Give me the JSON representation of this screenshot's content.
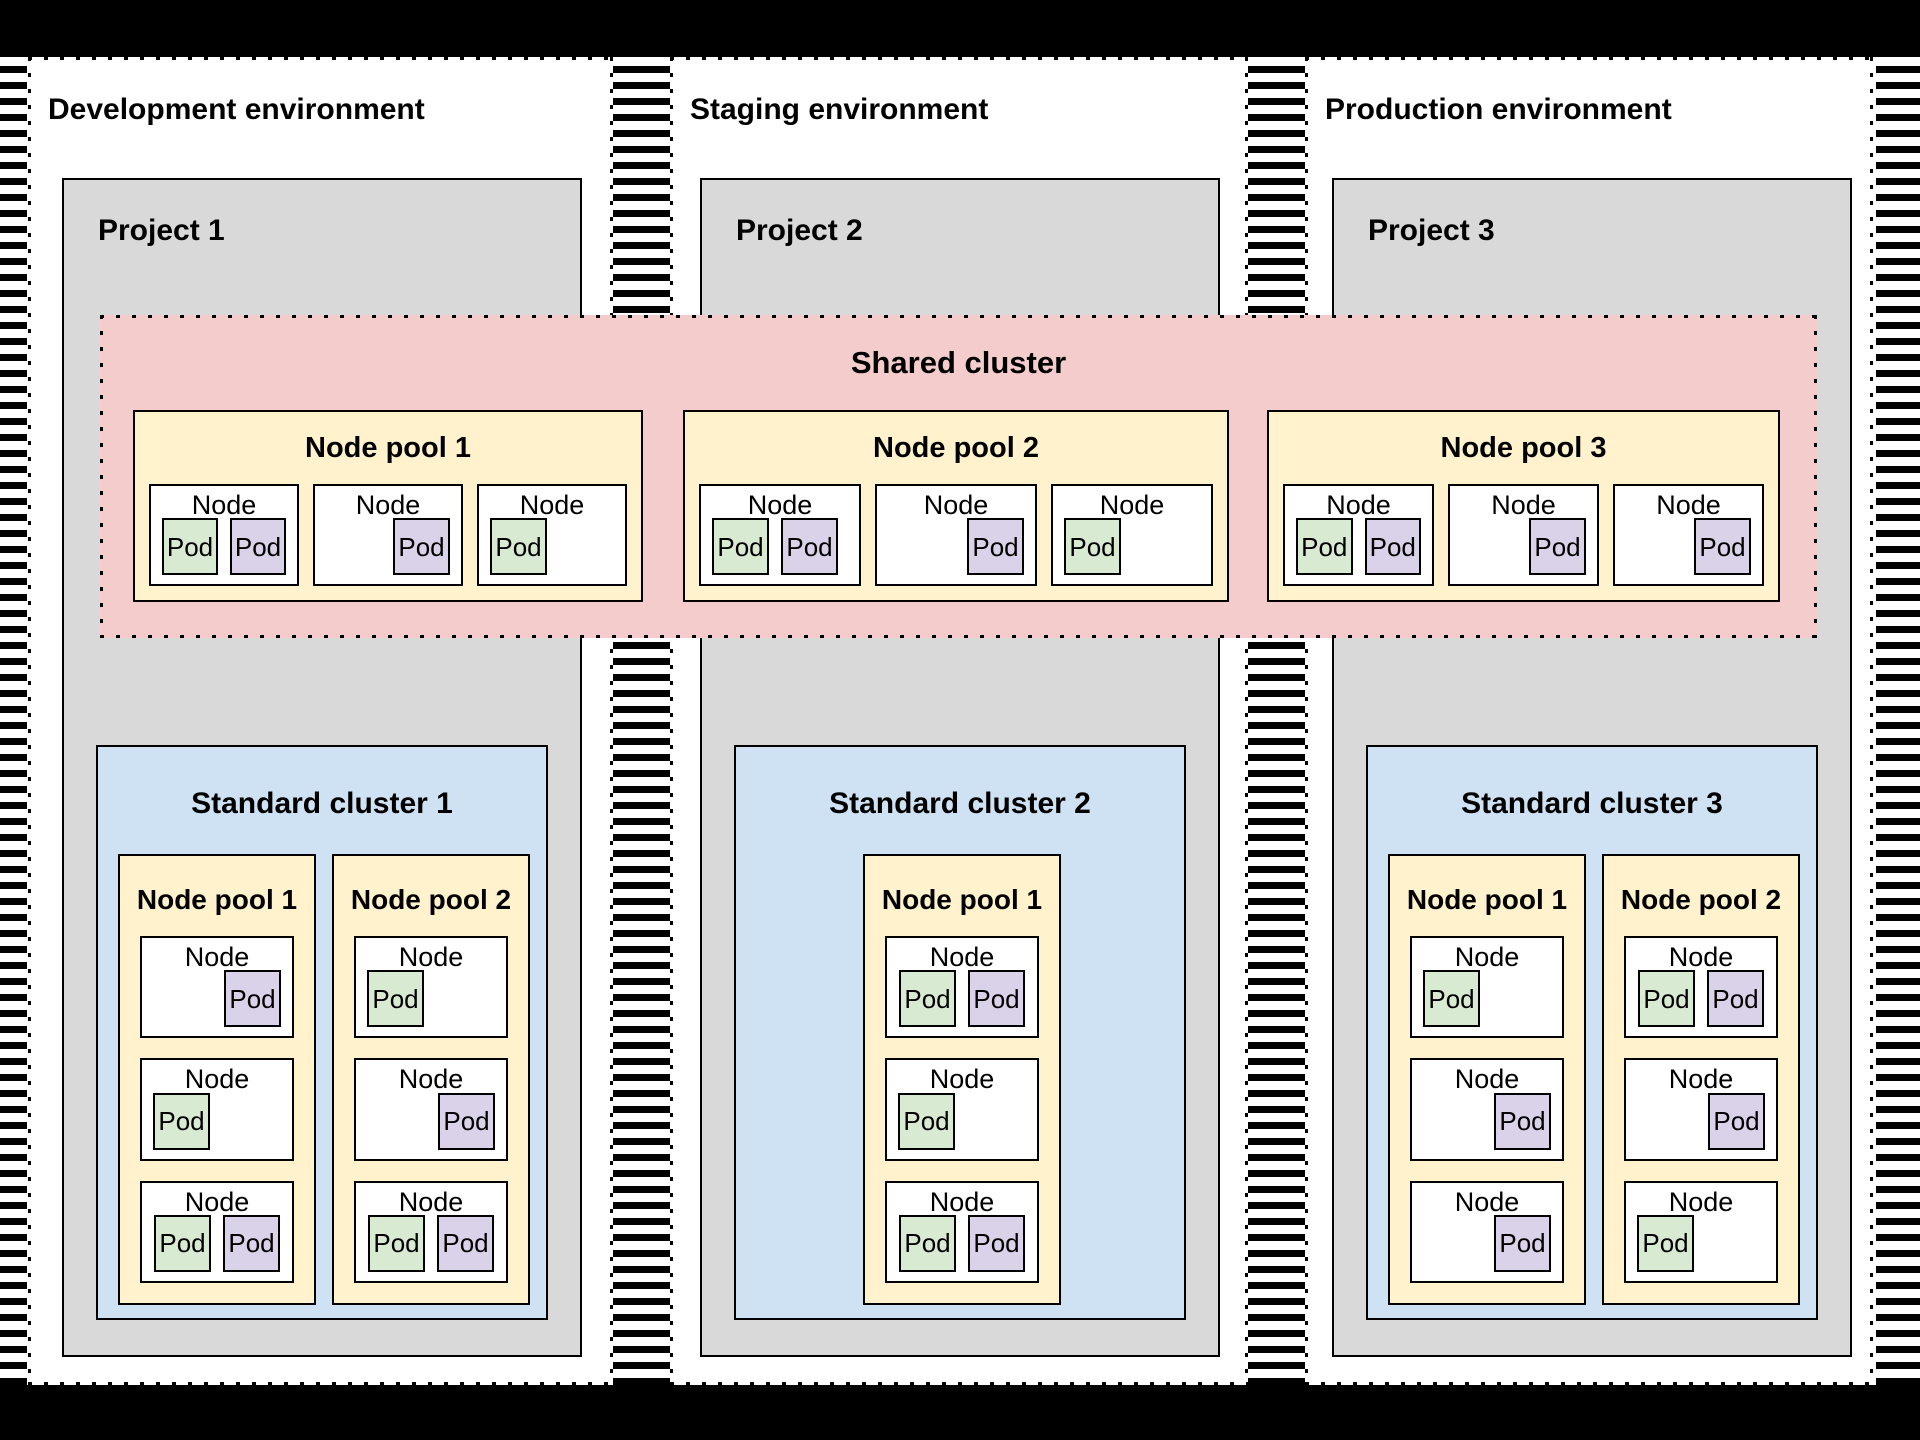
{
  "diagram": {
    "environments": [
      {
        "label": "Development environment",
        "project": {
          "label": "Project 1"
        }
      },
      {
        "label": "Staging environment",
        "project": {
          "label": "Project 2"
        }
      },
      {
        "label": "Production environment",
        "project": {
          "label": "Project 3"
        }
      }
    ],
    "shared_cluster": {
      "title": "Shared cluster",
      "node_pools": [
        {
          "title": "Node pool 1",
          "nodes": [
            {
              "label": "Node",
              "align": "left",
              "pods": [
                {
                  "label": "Pod",
                  "color": "green"
                },
                {
                  "label": "Pod",
                  "color": "purple"
                }
              ]
            },
            {
              "label": "Node",
              "align": "right",
              "pods": [
                {
                  "label": "Pod",
                  "color": "purple"
                }
              ]
            },
            {
              "label": "Node",
              "align": "left",
              "pods": [
                {
                  "label": "Pod",
                  "color": "green"
                }
              ]
            }
          ]
        },
        {
          "title": "Node pool 2",
          "nodes": [
            {
              "label": "Node",
              "align": "left",
              "pods": [
                {
                  "label": "Pod",
                  "color": "green"
                },
                {
                  "label": "Pod",
                  "color": "purple"
                }
              ]
            },
            {
              "label": "Node",
              "align": "right",
              "pods": [
                {
                  "label": "Pod",
                  "color": "purple"
                }
              ]
            },
            {
              "label": "Node",
              "align": "left",
              "pods": [
                {
                  "label": "Pod",
                  "color": "green"
                }
              ]
            }
          ]
        },
        {
          "title": "Node pool 3",
          "nodes": [
            {
              "label": "Node",
              "align": "left",
              "pods": [
                {
                  "label": "Pod",
                  "color": "green"
                },
                {
                  "label": "Pod",
                  "color": "purple"
                }
              ]
            },
            {
              "label": "Node",
              "align": "right",
              "pods": [
                {
                  "label": "Pod",
                  "color": "purple"
                }
              ]
            },
            {
              "label": "Node",
              "align": "right",
              "pods": [
                {
                  "label": "Pod",
                  "color": "purple"
                }
              ]
            }
          ]
        }
      ]
    },
    "standard_clusters": [
      {
        "title": "Standard cluster 1",
        "node_pools": [
          {
            "title": "Node pool 1",
            "nodes": [
              {
                "label": "Node",
                "align": "right",
                "pods": [
                  {
                    "label": "Pod",
                    "color": "purple"
                  }
                ]
              },
              {
                "label": "Node",
                "align": "left",
                "pods": [
                  {
                    "label": "Pod",
                    "color": "green"
                  }
                ]
              },
              {
                "label": "Node",
                "align": "center",
                "pods": [
                  {
                    "label": "Pod",
                    "color": "green"
                  },
                  {
                    "label": "Pod",
                    "color": "purple"
                  }
                ]
              }
            ]
          },
          {
            "title": "Node pool 2",
            "nodes": [
              {
                "label": "Node",
                "align": "left",
                "pods": [
                  {
                    "label": "Pod",
                    "color": "green"
                  }
                ]
              },
              {
                "label": "Node",
                "align": "right",
                "pods": [
                  {
                    "label": "Pod",
                    "color": "purple"
                  }
                ]
              },
              {
                "label": "Node",
                "align": "center",
                "pods": [
                  {
                    "label": "Pod",
                    "color": "green"
                  },
                  {
                    "label": "Pod",
                    "color": "purple"
                  }
                ]
              }
            ]
          }
        ]
      },
      {
        "title": "Standard cluster 2",
        "node_pools": [
          {
            "title": "Node pool 1",
            "nodes": [
              {
                "label": "Node",
                "align": "center",
                "pods": [
                  {
                    "label": "Pod",
                    "color": "green"
                  },
                  {
                    "label": "Pod",
                    "color": "purple"
                  }
                ]
              },
              {
                "label": "Node",
                "align": "left",
                "pods": [
                  {
                    "label": "Pod",
                    "color": "green"
                  }
                ]
              },
              {
                "label": "Node",
                "align": "center",
                "pods": [
                  {
                    "label": "Pod",
                    "color": "green"
                  },
                  {
                    "label": "Pod",
                    "color": "purple"
                  }
                ]
              }
            ]
          }
        ]
      },
      {
        "title": "Standard cluster 3",
        "node_pools": [
          {
            "title": "Node pool 1",
            "nodes": [
              {
                "label": "Node",
                "align": "left",
                "pods": [
                  {
                    "label": "Pod",
                    "color": "green"
                  }
                ]
              },
              {
                "label": "Node",
                "align": "right",
                "pods": [
                  {
                    "label": "Pod",
                    "color": "purple"
                  }
                ]
              },
              {
                "label": "Node",
                "align": "right",
                "pods": [
                  {
                    "label": "Pod",
                    "color": "purple"
                  }
                ]
              }
            ]
          },
          {
            "title": "Node pool 2",
            "nodes": [
              {
                "label": "Node",
                "align": "center",
                "pods": [
                  {
                    "label": "Pod",
                    "color": "green"
                  },
                  {
                    "label": "Pod",
                    "color": "purple"
                  }
                ]
              },
              {
                "label": "Node",
                "align": "right",
                "pods": [
                  {
                    "label": "Pod",
                    "color": "purple"
                  }
                ]
              },
              {
                "label": "Node",
                "align": "left",
                "pods": [
                  {
                    "label": "Pod",
                    "color": "green"
                  }
                ]
              }
            ]
          }
        ]
      }
    ],
    "colors": {
      "project_fill": "#d9d9d9",
      "shared_cluster_fill": "#f4cccc",
      "standard_cluster_fill": "#cfe2f3",
      "node_pool_fill": "#fff2cc",
      "node_fill": "#ffffff",
      "pod_green": "#d9ead3",
      "pod_purple": "#d9d2e9",
      "frame": "#000000"
    }
  }
}
